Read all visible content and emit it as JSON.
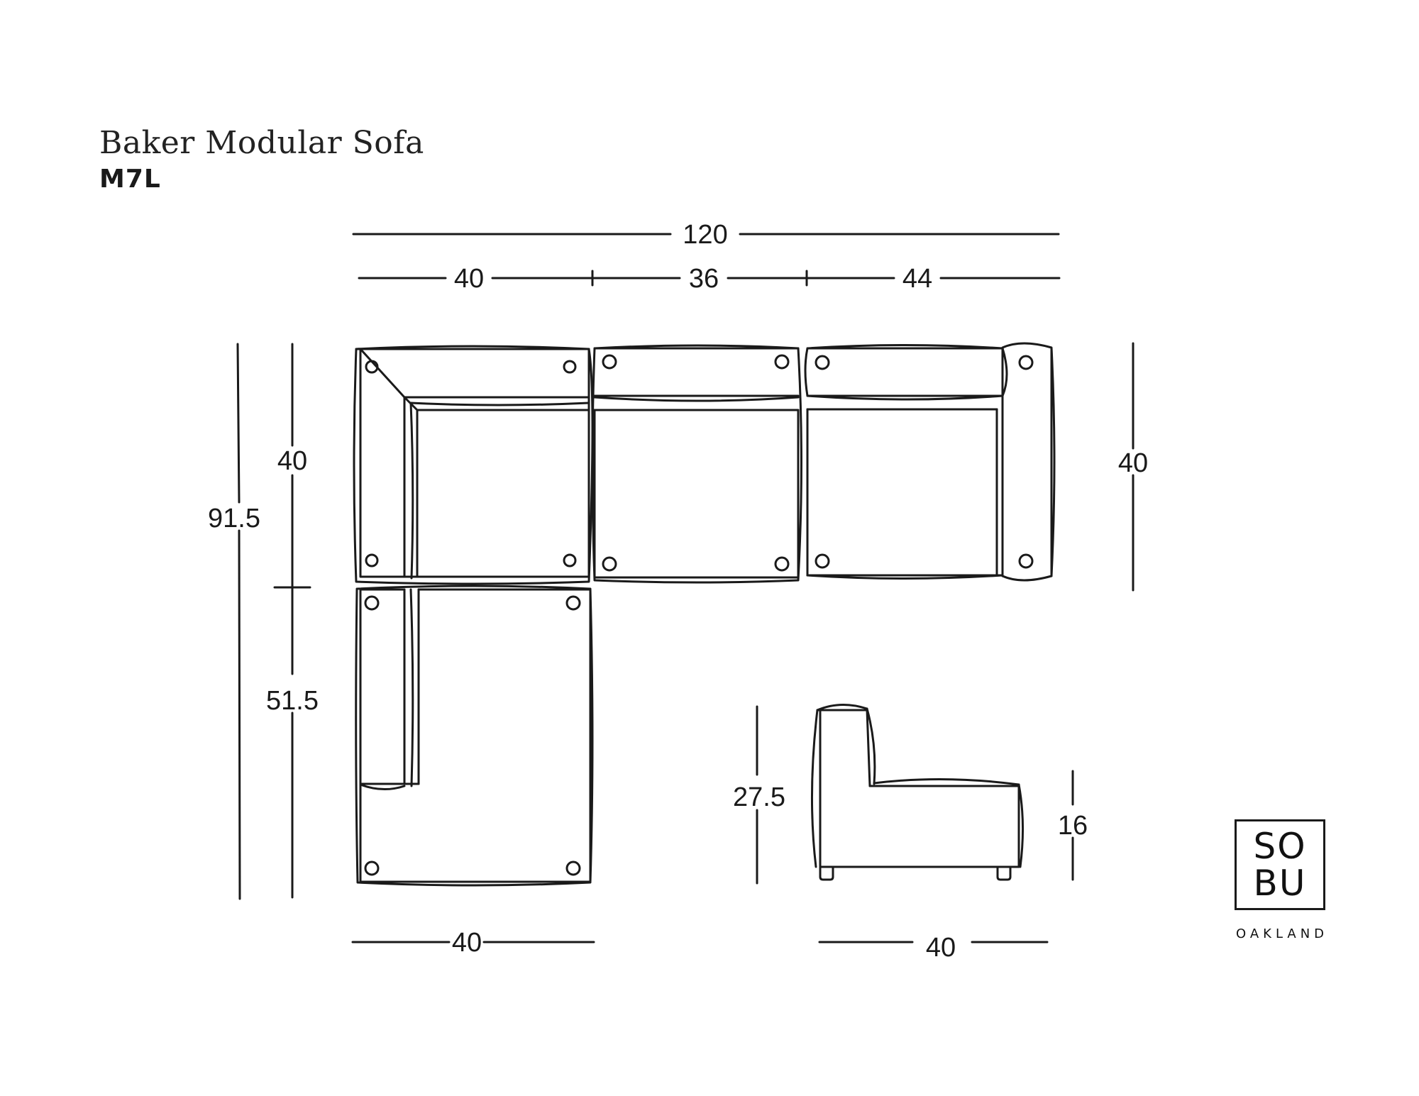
{
  "header": {
    "title": "Baker Modular Sofa",
    "model": "M7L"
  },
  "dimensions": {
    "overall_width": "120",
    "module_widths": [
      "40",
      "36",
      "44"
    ],
    "overall_depth": "91.5",
    "upper_depth": "40",
    "chaise_length": "51.5",
    "right_depth": "40",
    "chaise_width": "40",
    "side_depth": "40",
    "back_height": "27.5",
    "seat_height": "16"
  },
  "views": {
    "top_view": "plan",
    "side_view": "elevation"
  },
  "logo": {
    "line1": "SO",
    "line2": "BU",
    "subtitle": "OAKLAND"
  },
  "colors": {
    "ink": "#1a1a1a",
    "background": "#ffffff"
  }
}
